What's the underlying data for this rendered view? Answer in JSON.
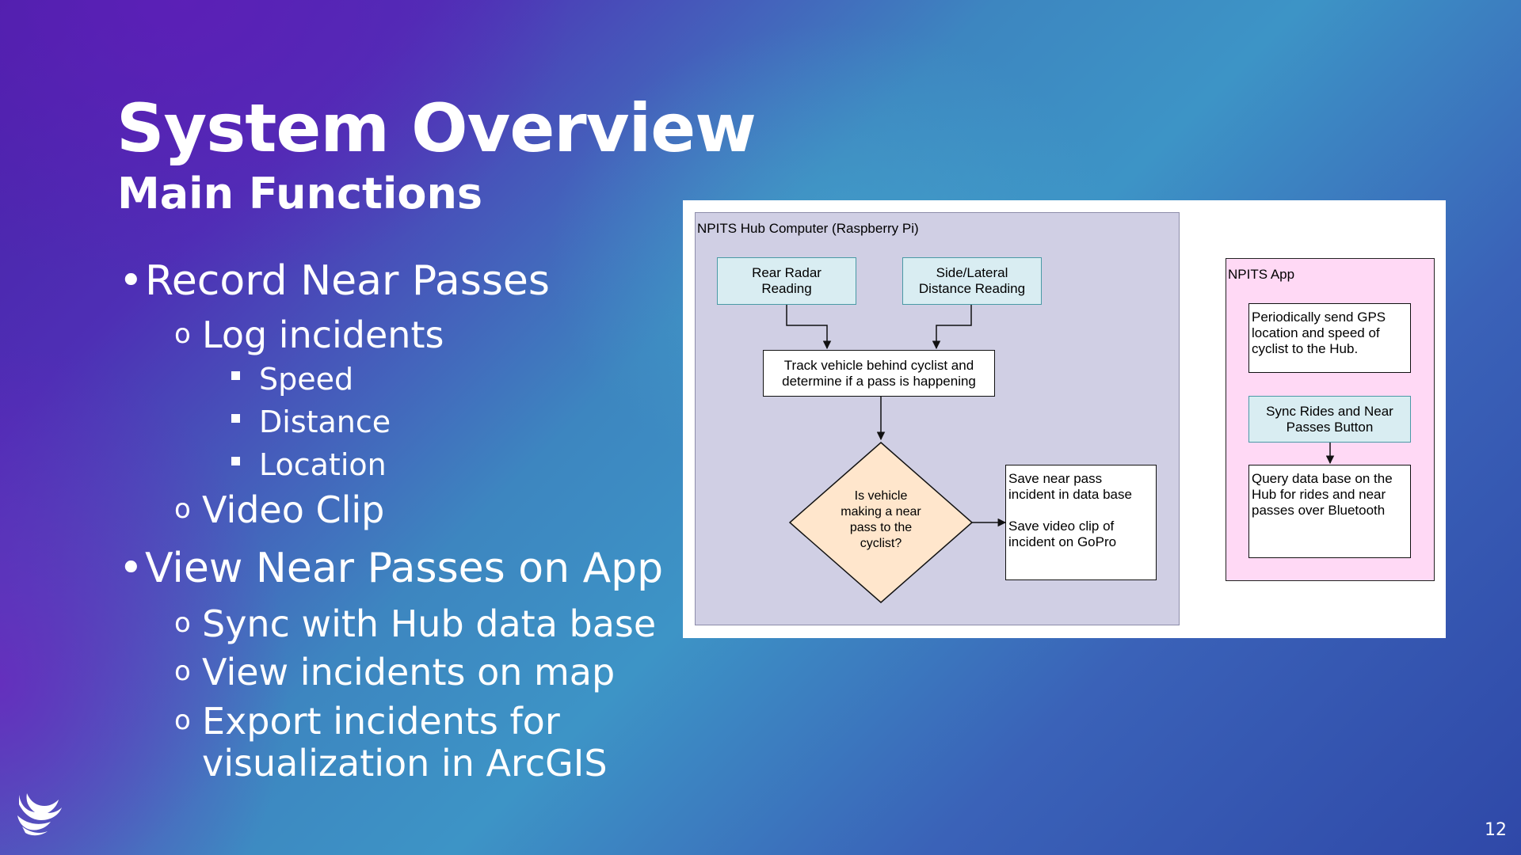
{
  "slide": {
    "title": "System Overview",
    "subtitle": "Main Functions",
    "page_number": "12"
  },
  "bullets": {
    "b1": "Record Near Passes",
    "b1_1": "Log incidents",
    "b1_1_1": "Speed",
    "b1_1_2": "Distance",
    "b1_1_3": "Location",
    "b1_2": "Video Clip",
    "b2": "View Near Passes on App",
    "b2_1": "Sync with Hub data base",
    "b2_2": "View incidents on map",
    "b2_3_line1": "Export incidents for",
    "b2_3_line2": "visualization in ArcGIS",
    "marker_l1": "•",
    "marker_l2": "o"
  },
  "diagram": {
    "hub_title": "NPITS Hub Computer (Raspberry Pi)",
    "app_title": "NPITS App",
    "rear_radar": [
      "Rear Radar",
      "Reading"
    ],
    "side_distance": [
      "Side/Lateral",
      "Distance Reading"
    ],
    "track": [
      "Track vehicle behind cyclist and",
      "determine if a pass is happening"
    ],
    "decision": [
      "Is vehicle",
      "making a near",
      "pass to the",
      "cyclist?"
    ],
    "save": [
      "Save near pass",
      "incident in data base",
      "",
      "Save video clip of",
      "incident on GoPro"
    ],
    "gps": [
      "Periodically send GPS",
      "location and speed of",
      "cyclist to the Hub."
    ],
    "sync_button": [
      "Sync Rides and Near",
      "Passes Button"
    ],
    "query": [
      "Query data base on the",
      "Hub for rides and near",
      "passes over Bluetooth"
    ]
  },
  "colors": {
    "hub_region": "#d0cfe4",
    "app_region": "#ffd9f5",
    "teal_box": "#d9edf2",
    "decision": "#ffe6cc"
  },
  "icons": {
    "logo": "bird-logo-icon"
  }
}
